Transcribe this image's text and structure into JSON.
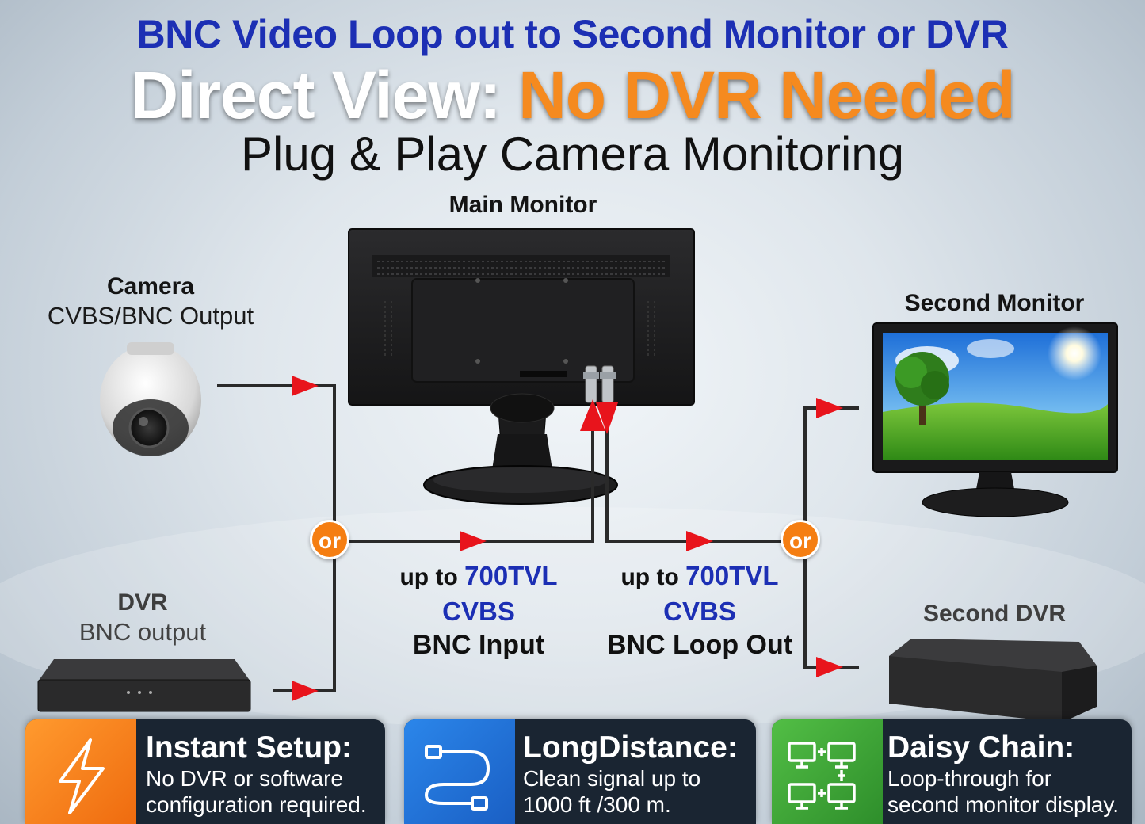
{
  "header": {
    "line1": "BNC Video Loop out to Second Monitor or DVR",
    "line2_prefix": "Direct View: ",
    "line2_accent": "No DVR Needed",
    "line3": "Plug & Play Camera Monitoring"
  },
  "devices": {
    "main_monitor": "Main Monitor",
    "camera_title": "Camera",
    "camera_subtitle": "CVBS/BNC Output",
    "dvr_title": "DVR",
    "dvr_subtitle": "BNC output",
    "second_monitor": "Second Monitor",
    "second_dvr": "Second DVR"
  },
  "connectors": {
    "or_left": "or",
    "or_right": "or"
  },
  "input_spec": {
    "prefix": "up to ",
    "resolution": "700TVL",
    "format": "CVBS",
    "port": "BNC Input"
  },
  "output_spec": {
    "prefix": "up to ",
    "resolution": "700TVL",
    "format": "CVBS",
    "port": "BNC Loop Out"
  },
  "features": [
    {
      "title": "Instant Setup:",
      "line1": "No DVR or software",
      "line2": "configuration required.",
      "icon": "lightning-icon"
    },
    {
      "title": "LongDistance:",
      "line1": "Clean signal up to",
      "line2": "1000 ft /300 m.",
      "icon": "cable-icon"
    },
    {
      "title": "Daisy Chain:",
      "line1": "Loop-through for",
      "line2": "second monitor display.",
      "icon": "daisy-chain-icon"
    }
  ],
  "colors": {
    "title_blue": "#1c2fb4",
    "accent_orange": "#f58a1f",
    "arrow_red": "#e8141c",
    "card_orange": "#f58a1f",
    "card_blue": "#1f6fd6",
    "card_green": "#3fa93a"
  }
}
